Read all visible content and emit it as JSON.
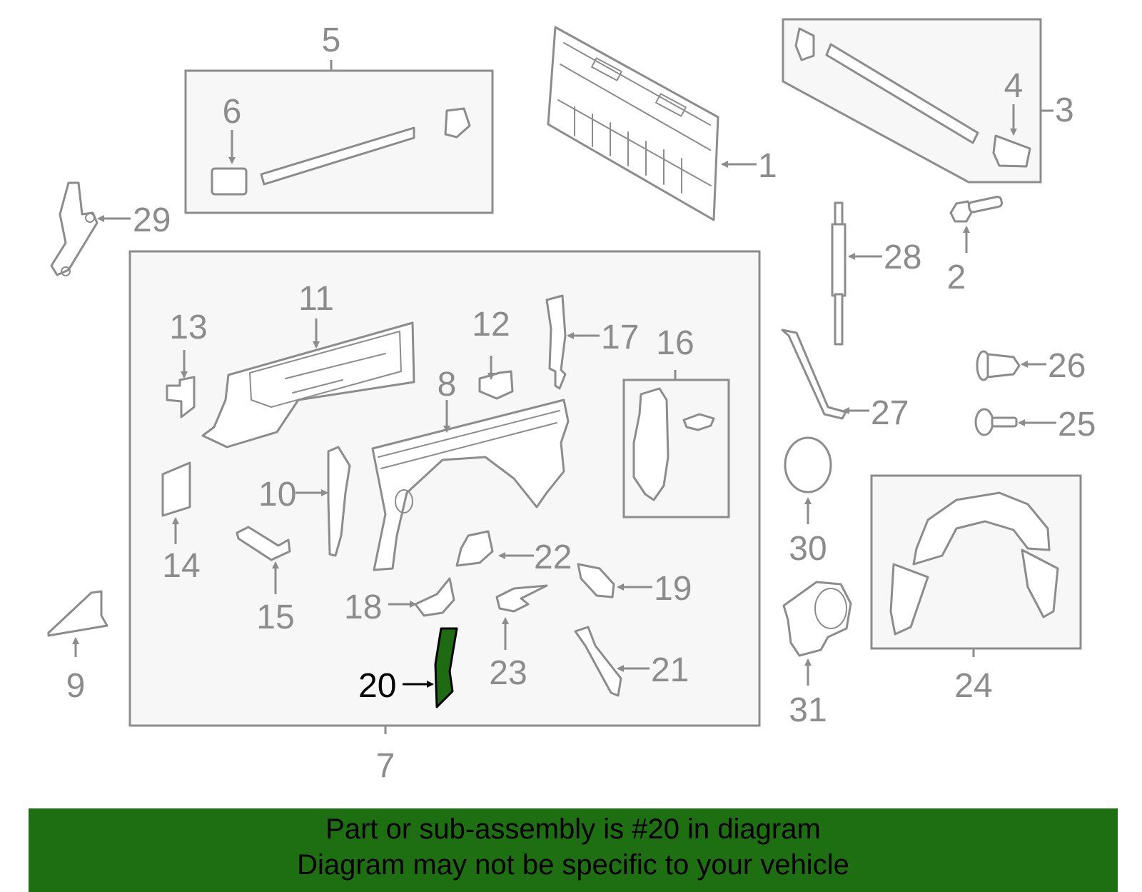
{
  "callouts": {
    "c1": "1",
    "c2": "2",
    "c3": "3",
    "c4": "4",
    "c5": "5",
    "c6": "6",
    "c7": "7",
    "c8": "8",
    "c9": "9",
    "c10": "10",
    "c11": "11",
    "c12": "12",
    "c13": "13",
    "c14": "14",
    "c15": "15",
    "c16": "16",
    "c17": "17",
    "c18": "18",
    "c19": "19",
    "c20": "20",
    "c21": "21",
    "c22": "22",
    "c23": "23",
    "c24": "24",
    "c25": "25",
    "c26": "26",
    "c27": "27",
    "c28": "28",
    "c29": "29",
    "c30": "30",
    "c31": "31"
  },
  "highlight": {
    "part_number": "20",
    "fill_color": "#1f6b12"
  },
  "colors": {
    "line_art": "#8c8c8c",
    "banner_background": "#1e6e12",
    "banner_text": "#000000"
  },
  "banner": {
    "line1": "Part or sub-assembly is #20 in diagram",
    "line2": "Diagram may not be specific to your vehicle"
  }
}
